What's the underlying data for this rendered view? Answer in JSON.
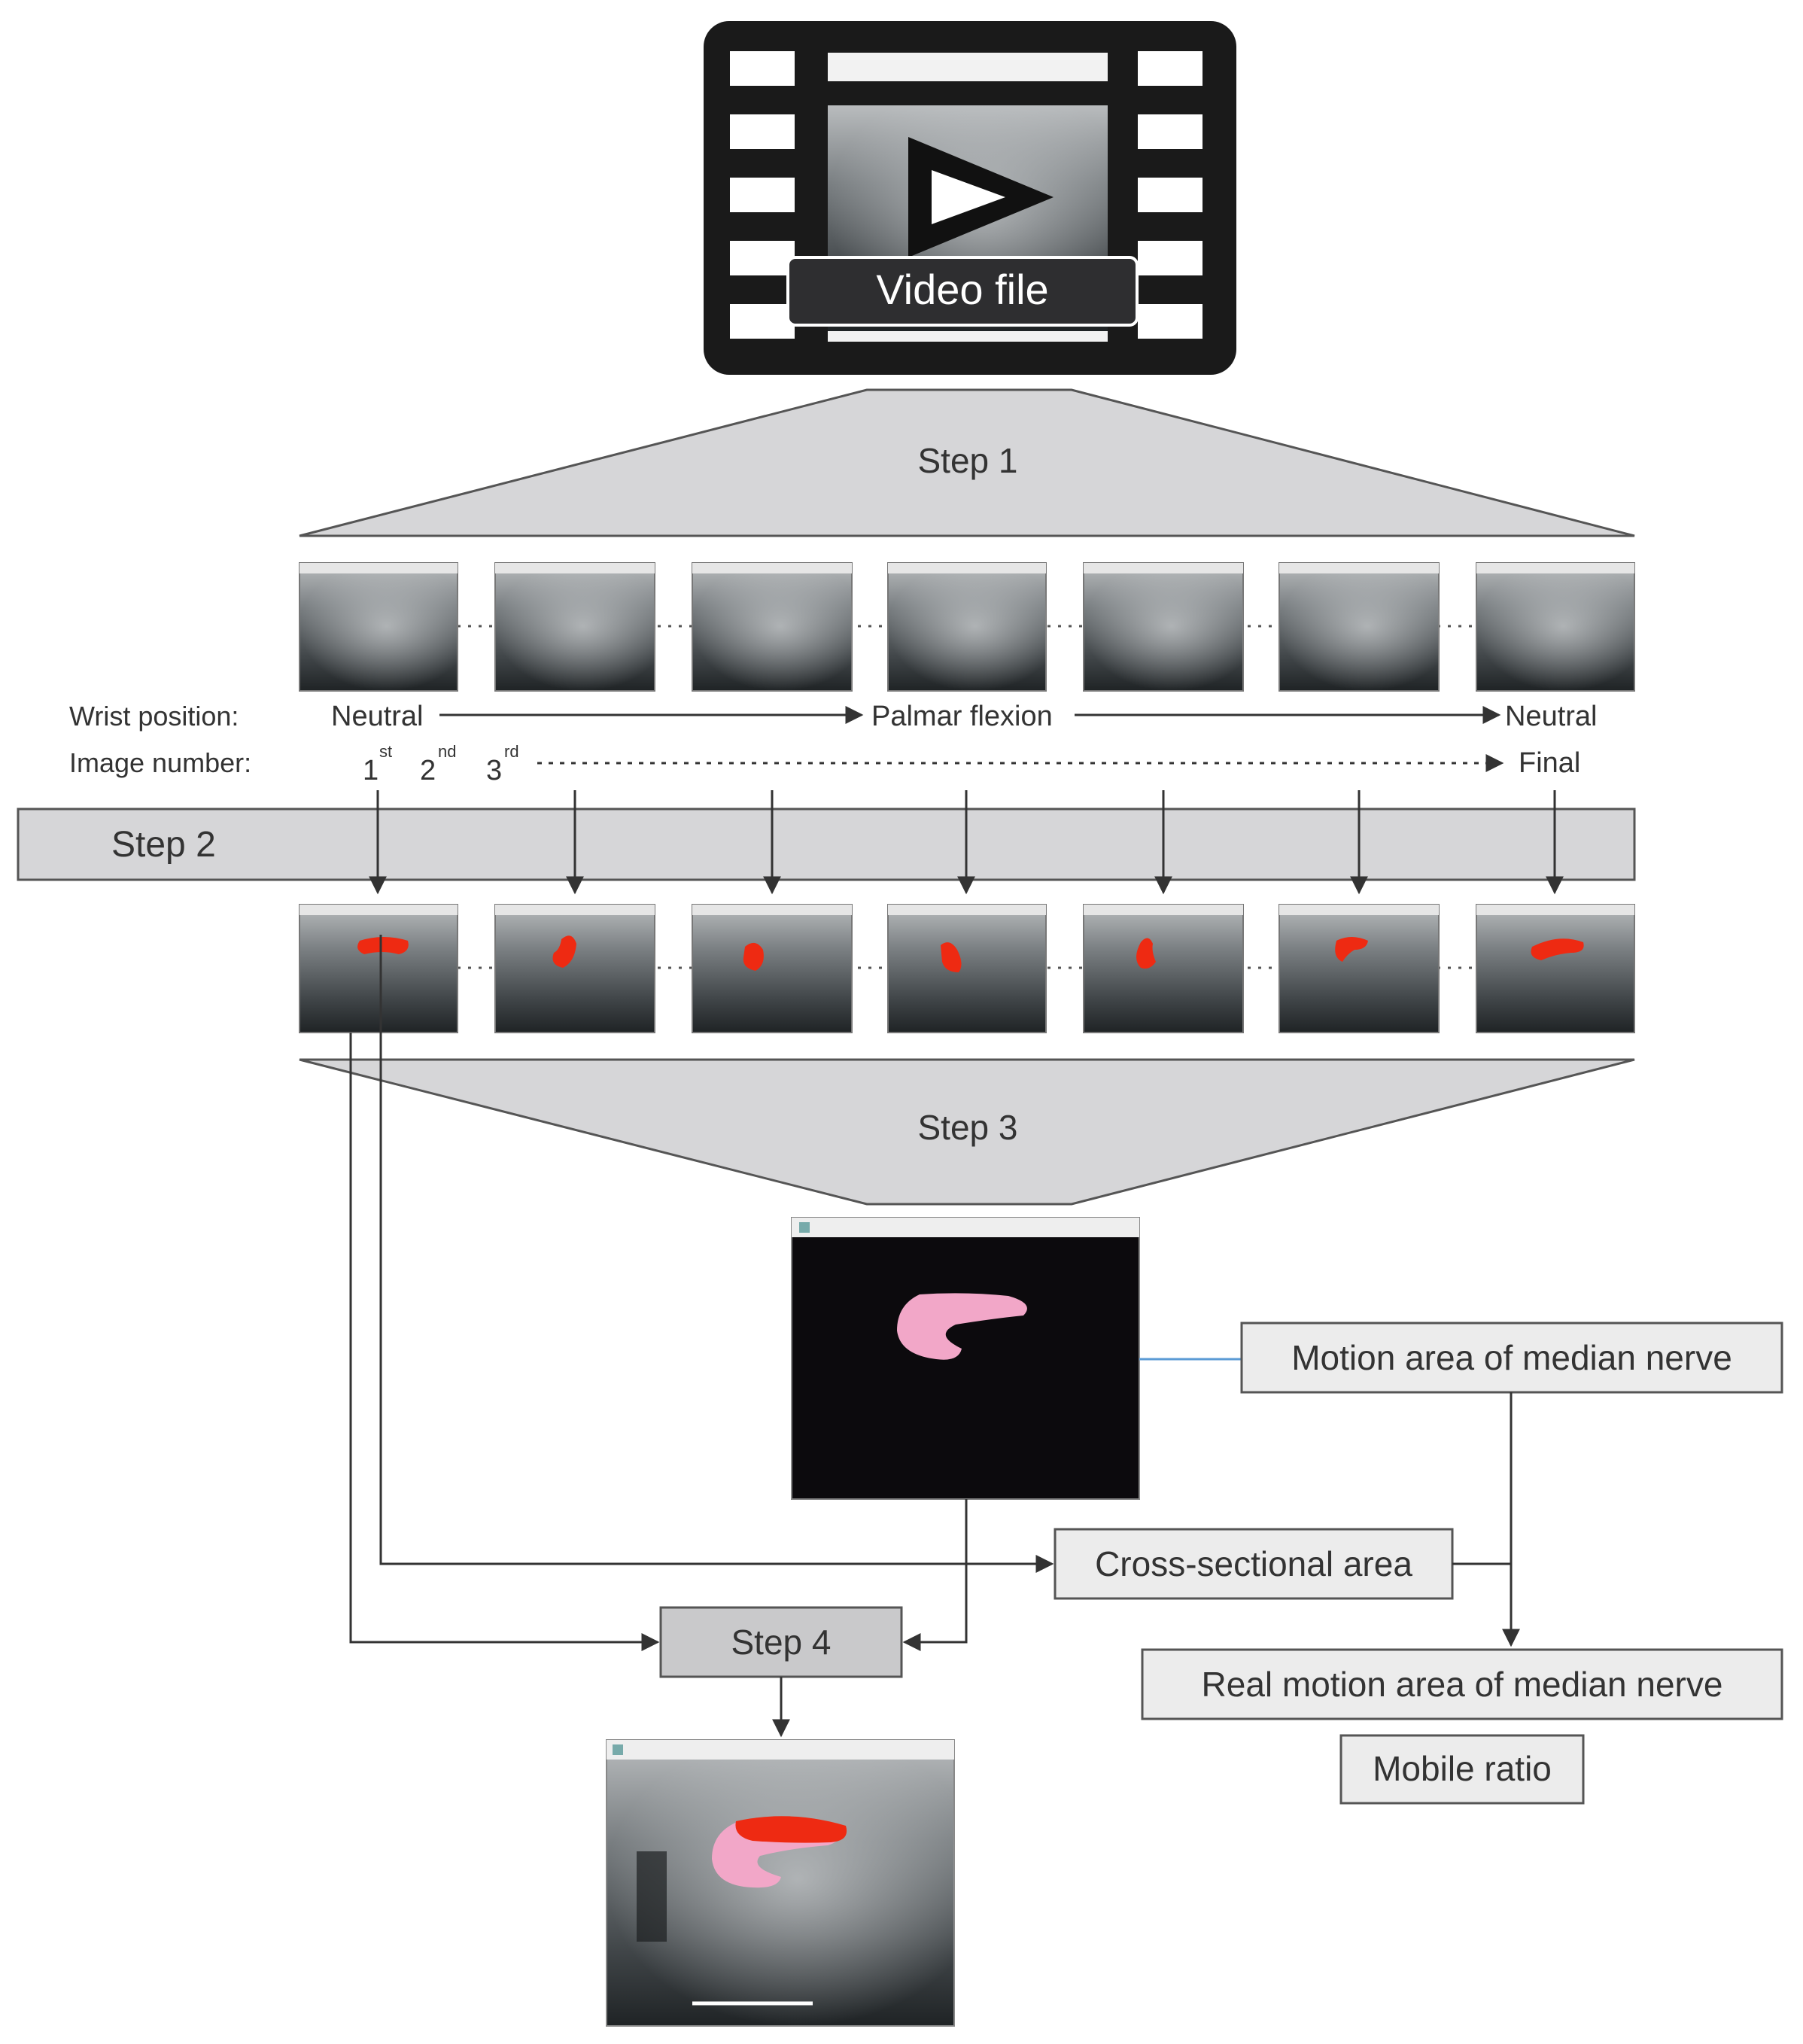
{
  "video": {
    "label": "Video file"
  },
  "steps": {
    "step1": "Step 1",
    "step2": "Step 2",
    "step3": "Step 3",
    "step4": "Step 4"
  },
  "wrist_position": {
    "label": "Wrist position:",
    "start": "Neutral",
    "middle": "Palmar flexion",
    "end": "Neutral"
  },
  "image_number": {
    "label": "Image number:",
    "items": [
      {
        "num": "1",
        "sup": "st"
      },
      {
        "num": "2",
        "sup": "nd"
      },
      {
        "num": "3",
        "sup": "rd"
      }
    ],
    "final": "Final"
  },
  "outputs": {
    "motion_area": "Motion area of median nerve",
    "cross_sectional": "Cross-sectional area",
    "real_motion": "Real motion area of median nerve",
    "mobile_ratio": "Mobile ratio"
  },
  "colors": {
    "segmentation_red": "#ee2a12",
    "motion_pink": "#f2a7c8",
    "box_fill": "#ececec",
    "step_fill": "#d6d6d8",
    "connector_blue": "#5b9bd5"
  }
}
